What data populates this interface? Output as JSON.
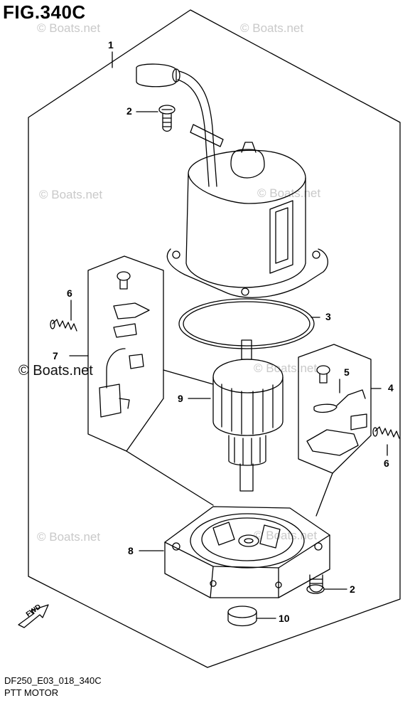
{
  "figure": {
    "title": "FIG.340C",
    "code": "DF250_E03_018_340C",
    "name": "PTT MOTOR"
  },
  "watermark": {
    "text": "© Boats.net"
  },
  "callouts": [
    "1",
    "2",
    "3",
    "4",
    "5",
    "6",
    "7",
    "8",
    "9",
    "10",
    "2",
    "6"
  ],
  "fwd_label": "FWD",
  "colors": {
    "line": "#000000",
    "watermark": "#c9c9c9"
  }
}
